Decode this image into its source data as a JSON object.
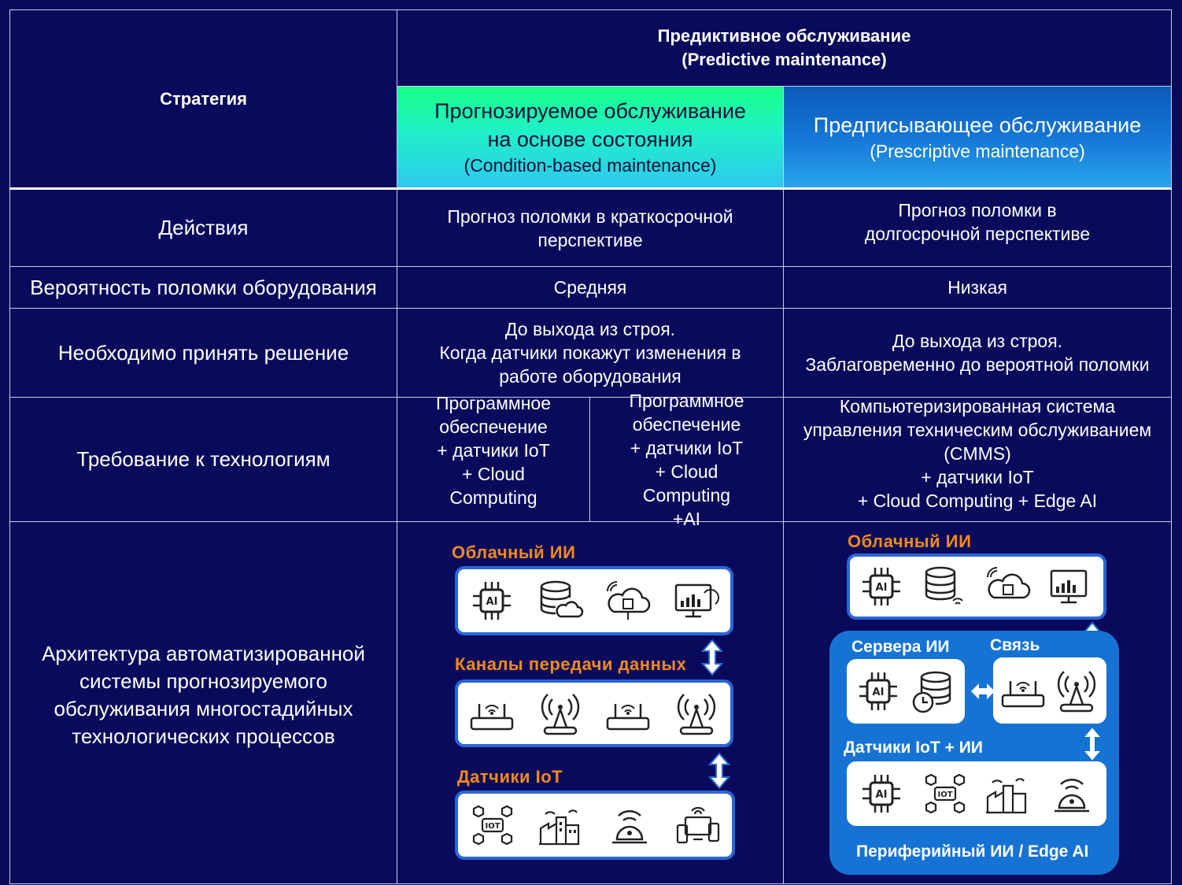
{
  "header": {
    "strategy": "Стратегия",
    "predictive": "Предиктивное обслуживание",
    "predictive_en": "(Predictive maintenance)",
    "condition_based": "Прогнозируемое обслуживание на основе состояния",
    "condition_based_en": "(Condition-based maintenance)",
    "prescriptive": "Предписывающее обслуживание",
    "prescriptive_en": "(Prescriptive maintenance)"
  },
  "rows": {
    "actions": {
      "label": "Действия",
      "condition": "Прогноз поломки в краткосрочной перспективе",
      "prescriptive": "Прогноз поломки в долгосрочной перспективе"
    },
    "probability": {
      "label": "Вероятность поломки оборудования",
      "condition": "Средняя",
      "prescriptive": "Низкая"
    },
    "decision": {
      "label": "Необходимо принять решение",
      "condition_line1": "До выхода из строя.",
      "condition_line2": "Когда датчики покажут изменения в работе оборудования",
      "prescriptive_line1": "До выхода из строя.",
      "prescriptive_line2": "Заблаговременно до вероятной поломки"
    },
    "tech": {
      "label": "Требование к технологиям",
      "condition_a": [
        "Программное обеспечение",
        "+ датчики IoT",
        "+ Cloud Computing"
      ],
      "condition_b": [
        "Программное обеспечение",
        "+ датчики IoT",
        "+ Cloud Computing",
        "+AI"
      ],
      "prescriptive": [
        "Компьютеризированная система управления техническим обслуживанием (CMMS)",
        "+ датчики IoT",
        "+ Cloud Computing + Edge AI"
      ]
    },
    "architecture": {
      "label": "Архитектура автоматизированной системы прогнозируемого обслуживания многостадийных технологических процессов"
    }
  },
  "diagram_left": {
    "cloud_title": "Облачный ИИ",
    "channels_title": "Каналы передачи данных",
    "sensors_title": "Датчики IoT",
    "ai_chip": "AI",
    "iot_text": "IOT"
  },
  "diagram_right": {
    "cloud_title": "Облачный ИИ",
    "servers_title": "Сервера ИИ",
    "link_title": "Связь",
    "sensors_title": "Датчики IoT + ИИ",
    "edge_title": "Периферийный ИИ / Edge AI",
    "ai_chip": "AI",
    "iot_text": "IOT"
  },
  "colors": {
    "background": "#0a0a5c",
    "condition_gradient_top": "#1aff88",
    "condition_gradient_bottom": "#2ec9f0",
    "prescriptive_gradient_top": "#0b5bb8",
    "prescriptive_gradient_bottom": "#28a5ec",
    "orange_title": "#f28a1b",
    "edge_panel": "#1673d4"
  }
}
